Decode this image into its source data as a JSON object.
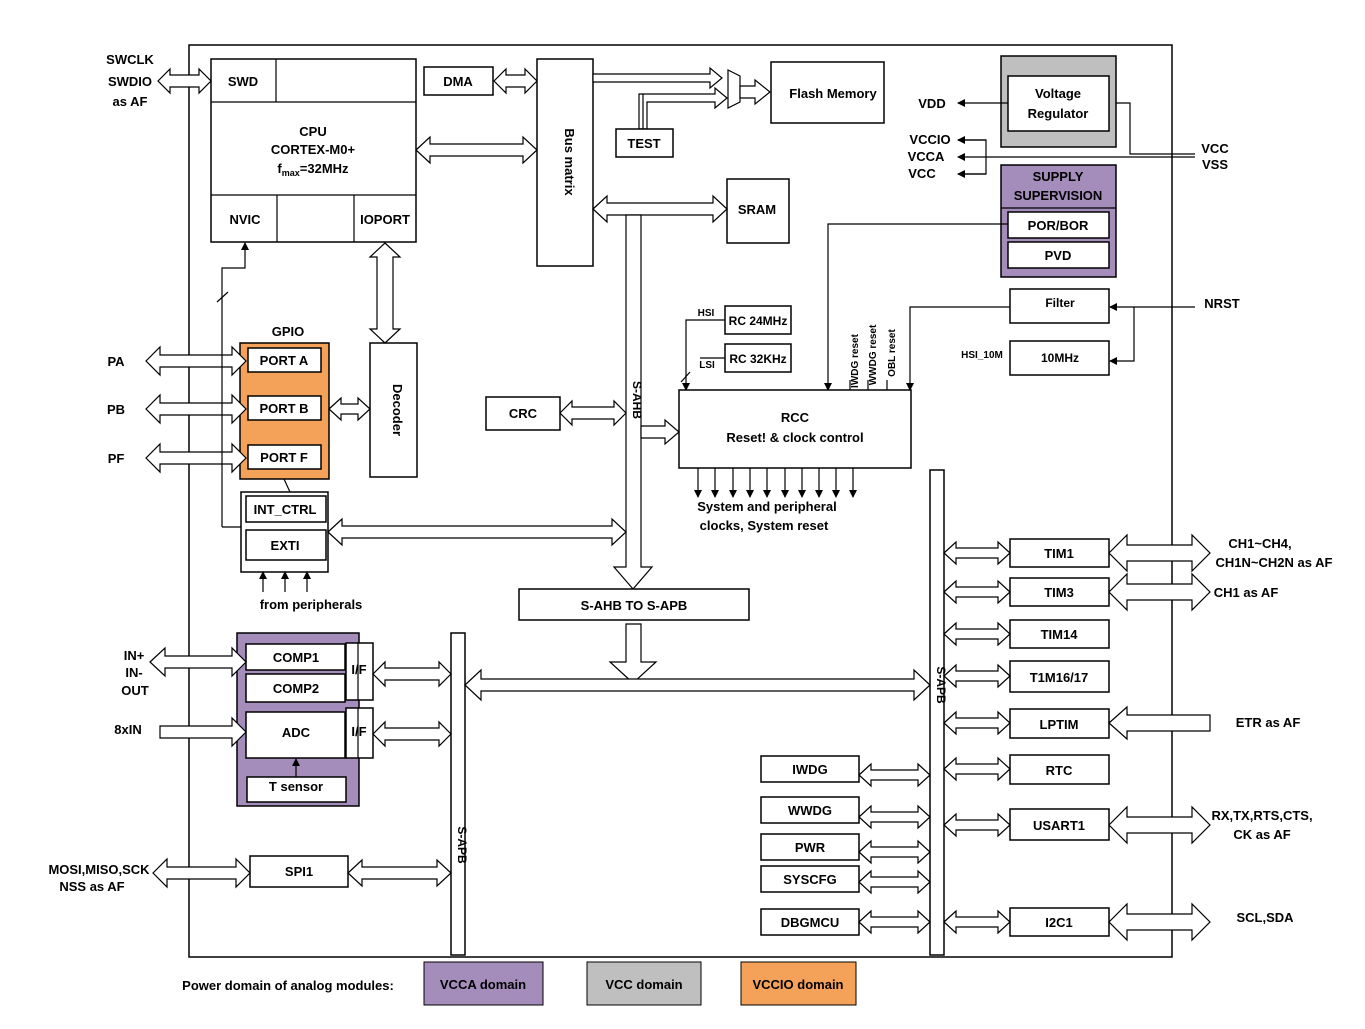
{
  "colors": {
    "vcca": "#a48cbb",
    "vcc": "#bfbfbf",
    "vccio": "#f4a15a"
  },
  "blocks": {
    "swd": "SWD",
    "cpu": "CPU",
    "cpu_core": "CORTEX-M0+",
    "fmax_f": "f",
    "fmax_sub": "max",
    "fmax_val": "=32MHz",
    "nvic": "NVIC",
    "ioport": "IOPORT",
    "dma": "DMA",
    "bus_matrix": "Bus matrix",
    "flash": "Flash Memory",
    "test": "TEST",
    "sram": "SRAM",
    "vreg_1": "Voltage",
    "vreg_2": "Regulator",
    "supply_1": "SUPPLY",
    "supply_2": "SUPERVISION",
    "por_bor": "POR/BOR",
    "pvd": "PVD",
    "filter": "Filter",
    "osc_10m": "10MHz",
    "hsi_10m": "HSI_10M",
    "hsi": "HSI",
    "lsi": "LSI",
    "rc24": "RC 24MHz",
    "rc32": "RC 32KHz",
    "iwdg_reset": "IWDG reset",
    "wwdg_reset": "WWDG reset",
    "obl_reset": "OBL reset",
    "rcc_1": "RCC",
    "rcc_2": "Reset! & clock control",
    "rcc_out_1": "System and peripheral",
    "rcc_out_2": "clocks, System reset",
    "gpio": "GPIO",
    "port_a": "PORT A",
    "port_b": "PORT B",
    "port_f": "PORT F",
    "decoder": "Decoder",
    "crc": "CRC",
    "s_ahb": "S-AHB",
    "int_ctrl": "INT_CTRL",
    "exti": "EXTI",
    "from_peripherals": "from peripherals",
    "bridge": "S-AHB TO S-APB",
    "s_apb": "S-APB",
    "comp1": "COMP1",
    "comp2": "COMP2",
    "adc": "ADC",
    "t_sensor": "T sensor",
    "if": "I/F",
    "spi1": "SPI1",
    "iwdg": "IWDG",
    "wwdg": "WWDG",
    "pwr": "PWR",
    "syscfg": "SYSCFG",
    "dbgmcu": "DBGMCU",
    "tim1": "TIM1",
    "tim3": "TIM3",
    "tim14": "TIM14",
    "tim1617": "T1M16/17",
    "lptim": "LPTIM",
    "rtc": "RTC",
    "usart1": "USART1",
    "i2c1": "I2C1"
  },
  "pins": {
    "swclk": "SWCLK",
    "swdio": "SWDIO",
    "as_af": "as AF",
    "vdd": "VDD",
    "vccio": "VCCIO",
    "vcca": "VCCA",
    "vcc": "VCC",
    "vcc_in": "VCC",
    "vss": "VSS",
    "nrst": "NRST",
    "pa": "PA",
    "pb": "PB",
    "pf": "PF",
    "in_plus": "IN+",
    "in_minus": "IN-",
    "out": "OUT",
    "adc_in": "8xIN",
    "spi_1": "MOSI,MISO,SCK",
    "spi_2": "NSS as AF",
    "tim1_1": "CH1~CH4,",
    "tim1_2": "CH1N~CH2N as AF",
    "tim3": "CH1 as AF",
    "etr": "ETR as AF",
    "usart_1": "RX,TX,RTS,CTS,",
    "usart_2": "CK as AF",
    "i2c": "SCL,SDA"
  },
  "legend": {
    "label": "Power domain of analog modules:",
    "vcca": "VCCA domain",
    "vcc": "VCC domain",
    "vccio": "VCCIO domain"
  }
}
